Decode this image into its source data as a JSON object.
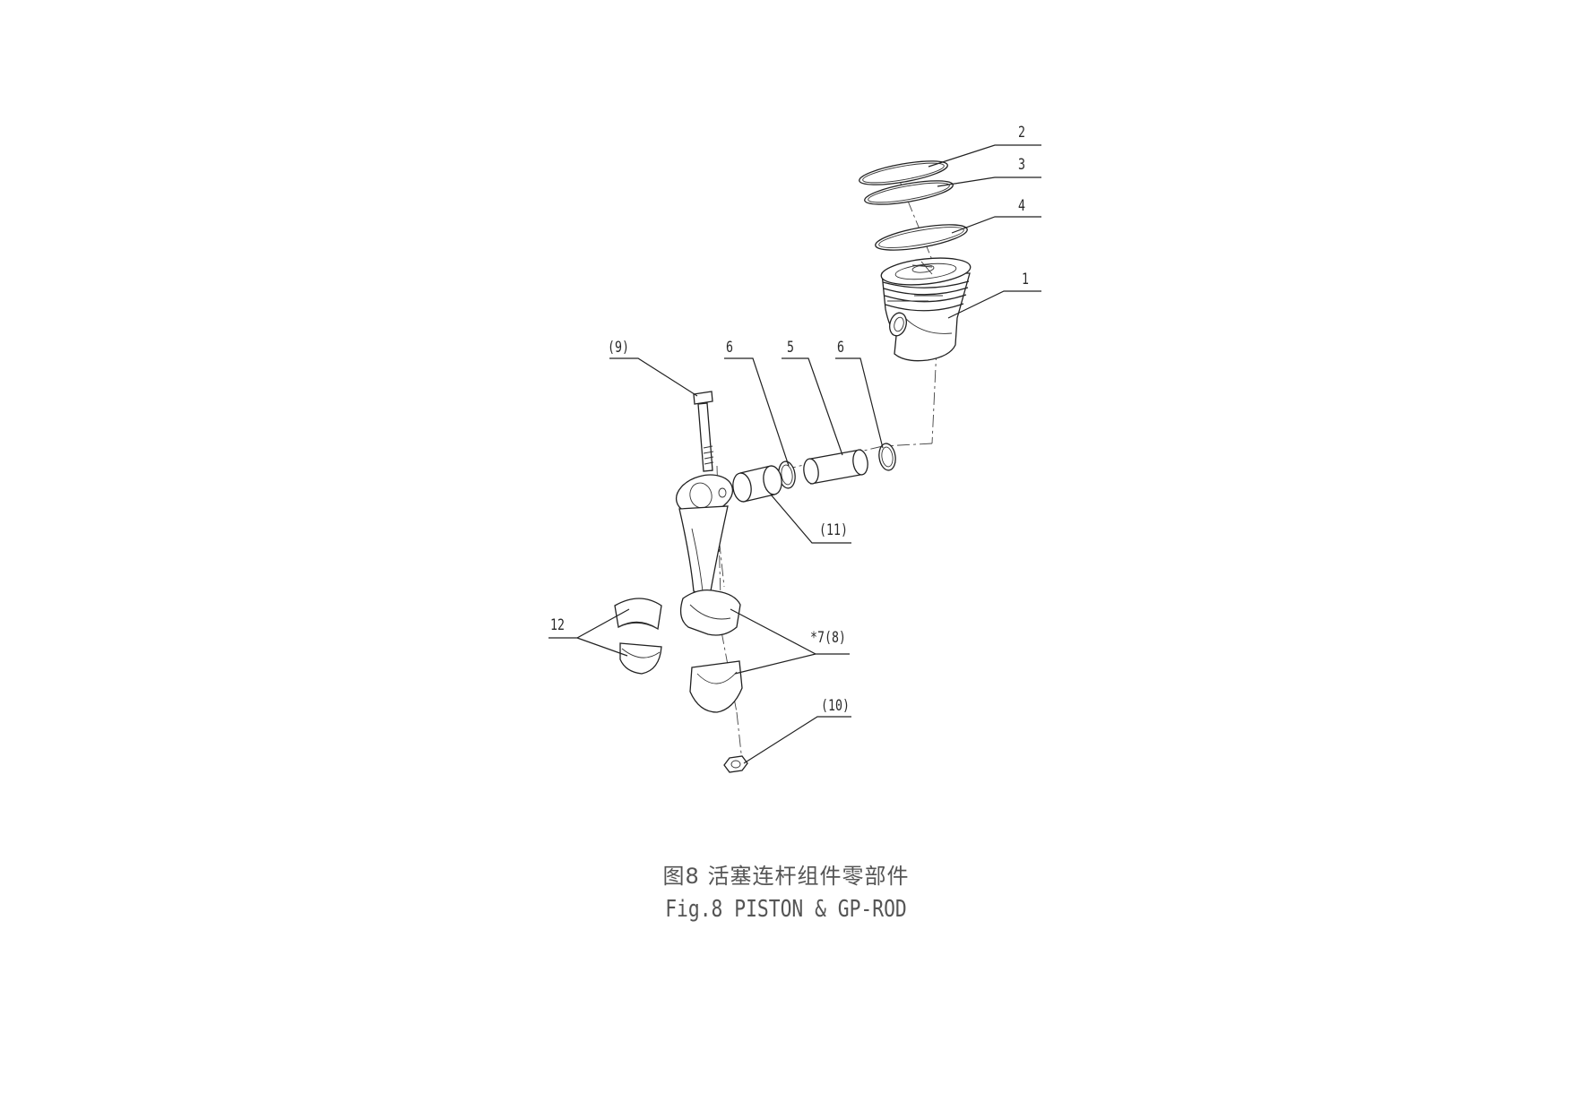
{
  "figure": {
    "caption_cn": "图8 活塞连杆组件零部件",
    "caption_en": "Fig.8 PISTON & GP-ROD"
  },
  "callouts": {
    "c2": "2",
    "c3": "3",
    "c4": "4",
    "c1": "1",
    "c9": "(9)",
    "c6a": "6",
    "c5": "5",
    "c6b": "6",
    "c11": "(11)",
    "c12": "12",
    "c7": "*7(8)",
    "c10": "(10)"
  }
}
